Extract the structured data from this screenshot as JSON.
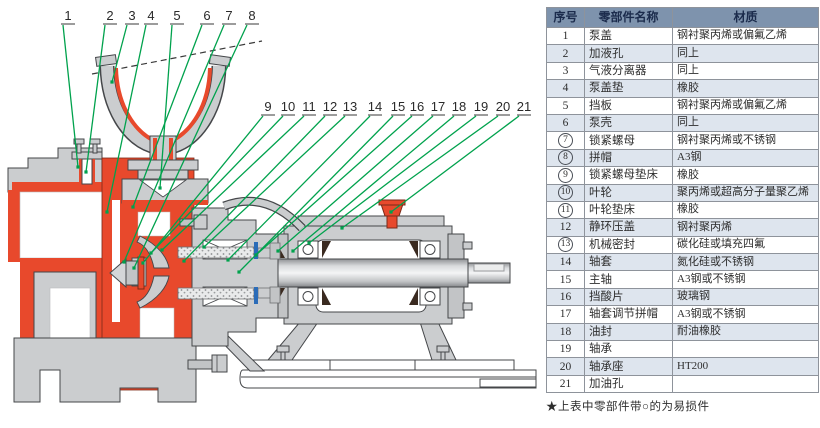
{
  "diagram": {
    "description": "自吸泵剖面结构图",
    "callouts": [
      "1",
      "2",
      "3",
      "4",
      "5",
      "6",
      "7",
      "8",
      "9",
      "10",
      "11",
      "12",
      "13",
      "14",
      "15",
      "16",
      "17",
      "18",
      "19",
      "20",
      "21"
    ]
  },
  "table": {
    "headers": [
      "序号",
      "零部件名称",
      "材质"
    ],
    "rows": [
      {
        "no": "1",
        "circled": false,
        "name": "泵盖",
        "material": "钢衬聚丙烯或偏氟乙烯"
      },
      {
        "no": "2",
        "circled": false,
        "name": "加液孔",
        "material": "同上"
      },
      {
        "no": "3",
        "circled": false,
        "name": "气液分离器",
        "material": "同上"
      },
      {
        "no": "4",
        "circled": false,
        "name": "泵盖垫",
        "material": "橡胶"
      },
      {
        "no": "5",
        "circled": false,
        "name": "挡板",
        "material": "钢衬聚丙烯或偏氟乙烯"
      },
      {
        "no": "6",
        "circled": false,
        "name": "泵壳",
        "material": "同上"
      },
      {
        "no": "7",
        "circled": true,
        "name": "锁紧螺母",
        "material": "钢衬聚丙烯或不锈钢"
      },
      {
        "no": "8",
        "circled": true,
        "name": "拼帽",
        "material": "A3钢"
      },
      {
        "no": "9",
        "circled": true,
        "name": "锁紧螺母垫床",
        "material": "橡胶"
      },
      {
        "no": "10",
        "circled": true,
        "name": "叶轮",
        "material": "聚丙烯或超高分子量聚乙烯"
      },
      {
        "no": "11",
        "circled": true,
        "name": "叶轮垫床",
        "material": "橡胶"
      },
      {
        "no": "12",
        "circled": false,
        "name": "静环压盖",
        "material": "钢衬聚丙烯"
      },
      {
        "no": "13",
        "circled": true,
        "name": "机械密封",
        "material": "碳化硅或填充四氟"
      },
      {
        "no": "14",
        "circled": false,
        "name": "轴套",
        "material": "氮化硅或不锈钢"
      },
      {
        "no": "15",
        "circled": false,
        "name": "主轴",
        "material": "A3钢或不锈钢"
      },
      {
        "no": "16",
        "circled": false,
        "name": "挡酸片",
        "material": "玻璃钢"
      },
      {
        "no": "17",
        "circled": false,
        "name": "轴套调节拼帽",
        "material": "A3钢或不锈钢"
      },
      {
        "no": "18",
        "circled": false,
        "name": "油封",
        "material": "耐油橡胶"
      },
      {
        "no": "19",
        "circled": false,
        "name": "轴承",
        "material": ""
      },
      {
        "no": "20",
        "circled": false,
        "name": "轴承座",
        "material": "HT200"
      },
      {
        "no": "21",
        "circled": false,
        "name": "加油孔",
        "material": ""
      }
    ],
    "footnote": "★上表中零部件带○的为易损件"
  },
  "colors": {
    "lining_red": "#e8492c",
    "metal_gray": "#cbcdcf",
    "outline": "#45474a",
    "leader_green": "#00a24d",
    "acid_guard_blue": "#2b6cb8",
    "header_bg": "#7e93ad",
    "header_text": "#1b2b4c",
    "row_alt_bg": "#dee5ee"
  }
}
